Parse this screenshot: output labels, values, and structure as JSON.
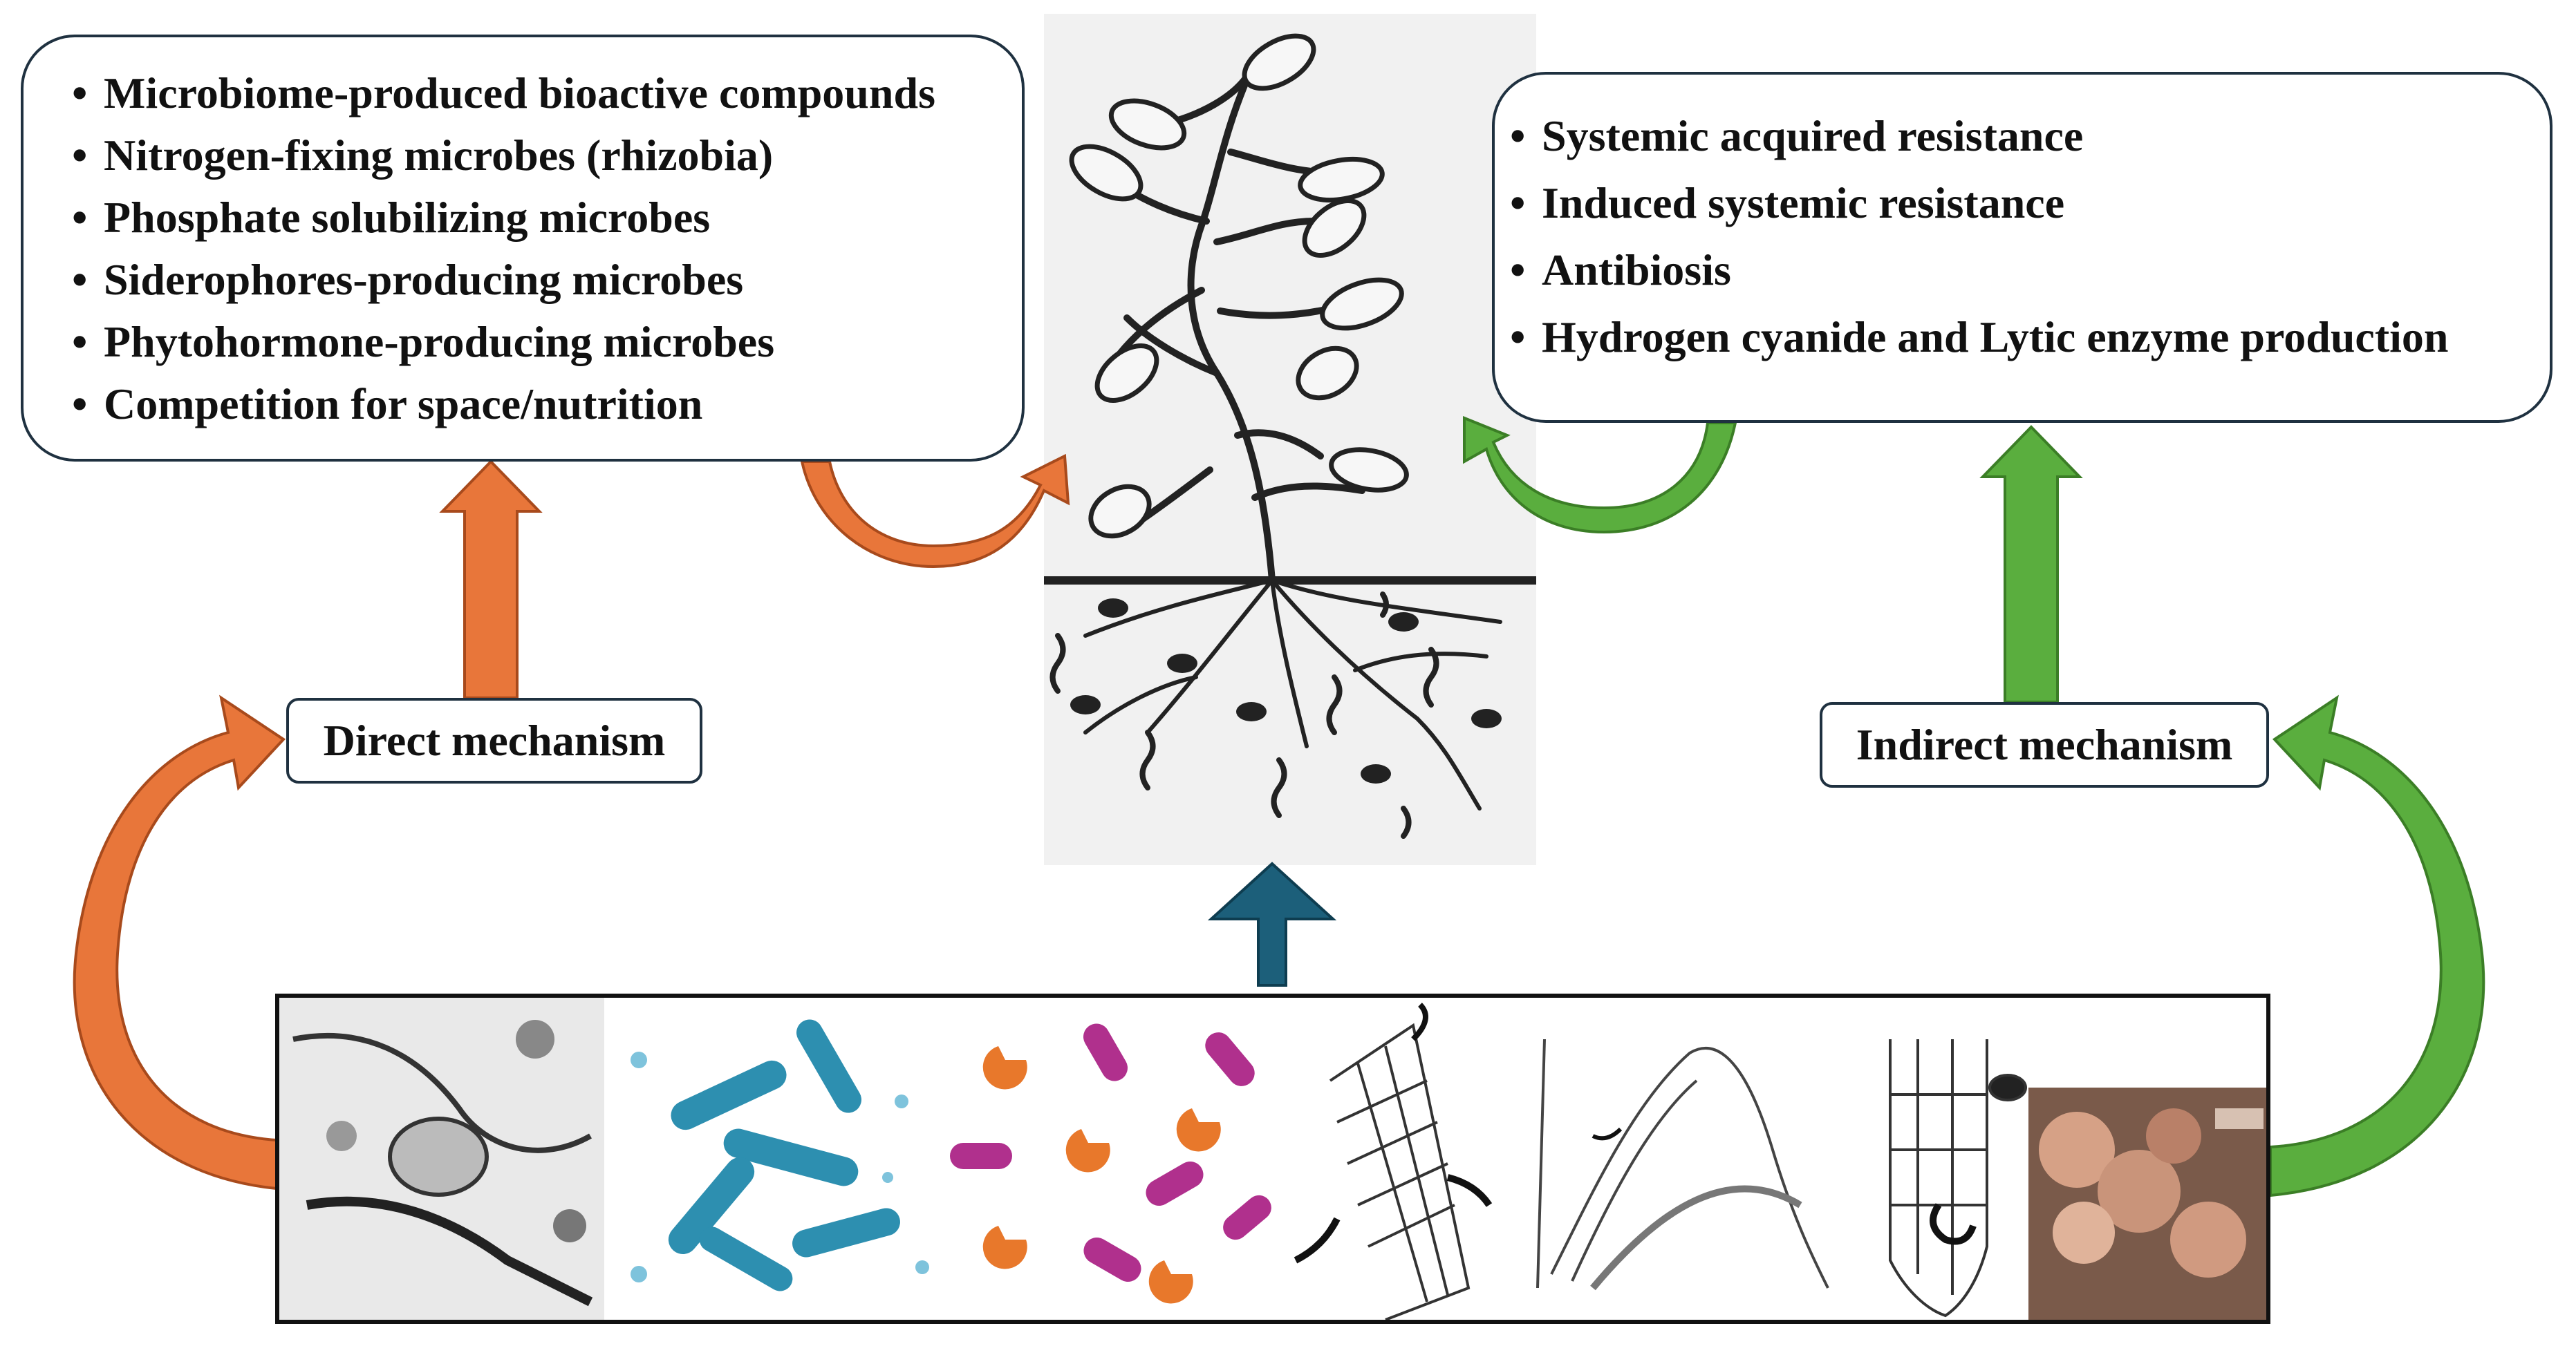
{
  "direct": {
    "label": "Direct mechanism",
    "items": [
      "Microbiome-produced bioactive compounds",
      "Nitrogen-fixing microbes (rhizobia)",
      "Phosphate solubilizing microbes",
      "Siderophores-producing microbes",
      "Phytohormone-producing microbes",
      "Competition for space/nutrition"
    ]
  },
  "indirect": {
    "label": "Indirect mechanism",
    "items": [
      "Systemic acquired resistance",
      "Induced systemic resistance",
      "Antibiosis",
      "Hydrogen cyanide and Lytic enzyme production"
    ]
  },
  "colors": {
    "direct_arrow": "#e8763a",
    "indirect_arrow": "#5aae3e",
    "center_arrow": "#1c5f7a",
    "box_border": "#1f3140"
  },
  "images": {
    "plant": "plant-with-root-microbes-sketch",
    "strip": [
      "endophyte-micrograph",
      "blue-bacteria-cluster",
      "rod-and-coccus-bacteria",
      "root-cells-with-microbes",
      "nematodes-in-root",
      "root-tip-with-nematode",
      "root-nodules-photo"
    ]
  }
}
